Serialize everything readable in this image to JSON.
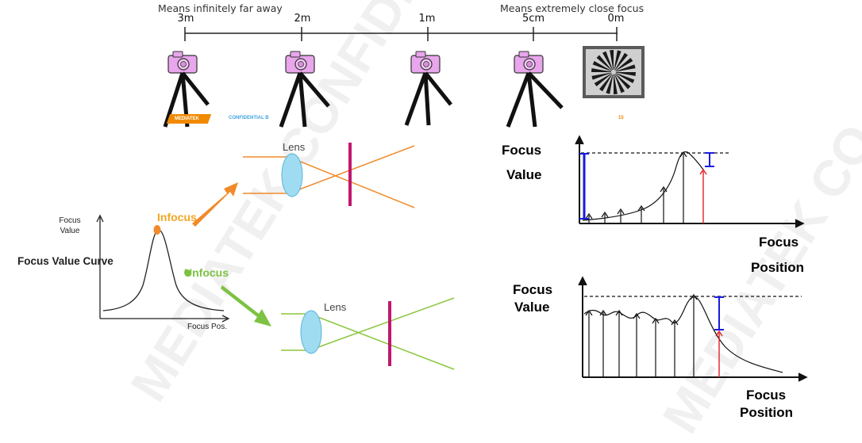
{
  "scale": {
    "caption_left": "Means infinitely far away",
    "caption_right": "Means extremely close focus",
    "ticks": [
      "3m",
      "2m",
      "1m",
      "5cm",
      "0m"
    ]
  },
  "logo": {
    "brand": "MEDIATEK",
    "confidential": "CONFIDENTIAL B",
    "page_number": "15"
  },
  "left": {
    "focus_value_label": "Focus\nValue",
    "curve_title": "Focus Value Curve",
    "x_label": "Focus Pos.",
    "infocus": "Infocus",
    "unfocus": "Unfocus",
    "infocus_color": "#f5a623",
    "unfocus_color": "#7dc242"
  },
  "lens": {
    "top_label": "Lens",
    "bottom_label": "Lens",
    "top_ray_color": "#f08a2a",
    "bottom_ray_color": "#8cc63f",
    "sensor_color": "#c0186e",
    "lens_color": "#9fdcf2"
  },
  "graph_top": {
    "y_label_1": "Focus",
    "y_label_2": "Value",
    "x_label_1": "Focus",
    "x_label_2": "Position"
  },
  "graph_bottom": {
    "y_label_1": "Focus",
    "y_label_2": "Value",
    "x_label_1": "Focus",
    "x_label_2": "Position"
  },
  "colors": {
    "camera": "#e9a6ec",
    "marker_blue": "#1a1ae0",
    "marker_red": "#e02020"
  }
}
